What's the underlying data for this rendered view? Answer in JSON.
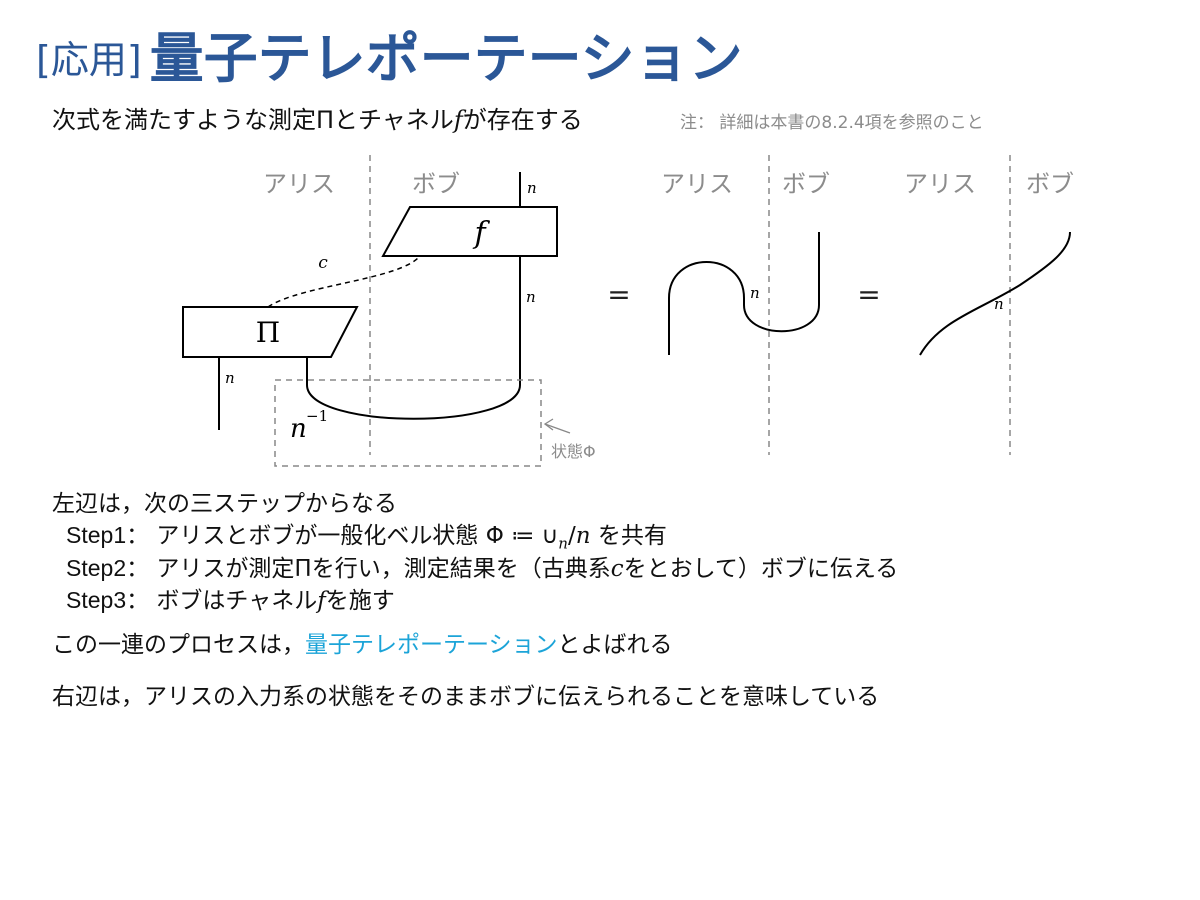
{
  "title": {
    "tag": "[応用]",
    "main": "量子テレポーテーション"
  },
  "intro": {
    "pre": "次式を満たすような測定",
    "pi": "Π",
    "mid": "とチャネル",
    "f": "f",
    "post": "が存在する"
  },
  "note": "注： 詳細は本書の8.2.4項を参照のこと",
  "diagram": {
    "labels": {
      "alice": "アリス",
      "bob": "ボブ",
      "f": "f",
      "pi": "Π",
      "c": "c",
      "n": "n",
      "n_inv_base": "n",
      "n_inv_exp": "−1",
      "phi_state": "状態Φ",
      "equals": "="
    }
  },
  "summary": {
    "lead": "左辺は，次の三ステップからなる",
    "step1": {
      "label": "Step1：",
      "pre": "アリスとボブが一般化ベル状態 Φ ≔ ∪",
      "sub": "n",
      "slash": "/",
      "n": "n",
      "post": " を共有"
    },
    "step2": {
      "label": "Step2：",
      "pre": "アリスが測定Πを行い，測定結果を（古典系",
      "c": "c",
      "post": "をとおして）ボブに伝える"
    },
    "step3": {
      "label": "Step3：",
      "pre": "ボブはチャネル",
      "f": "f",
      "post": "を施す"
    },
    "process": {
      "pre": "この一連のプロセスは，",
      "highlight": "量子テレポーテーション",
      "post": "とよばれる"
    },
    "rhs": "右辺は，アリスの入力系の状態をそのままボブに伝えられることを意味している"
  }
}
